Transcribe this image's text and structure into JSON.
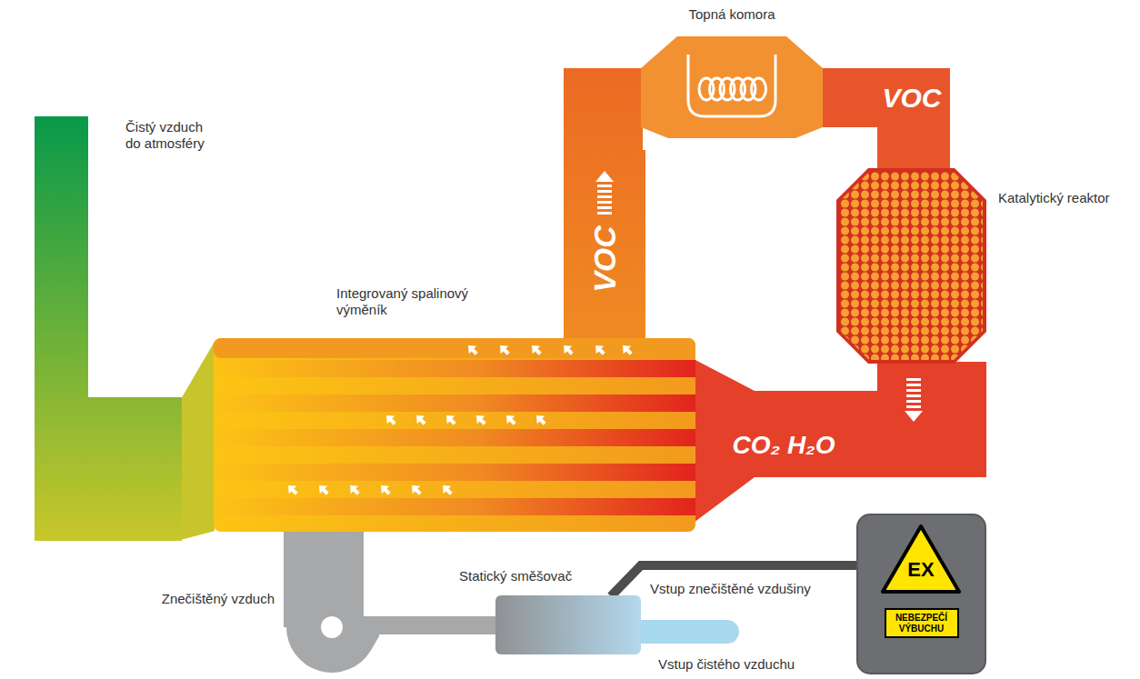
{
  "diagram": {
    "nodes": [
      {
        "text": [
          "Čistý vzduch do atmosféry"
        ]
      },
      {
        "text": [
          "Topná komora"
        ]
      },
      {
        "text": [
          "Katalytický reaktor"
        ]
      },
      {
        "text": [
          "Integrovaný spalinový výměník"
        ]
      },
      {
        "text": [
          "Znečištěný vzduch"
        ]
      },
      {
        "text": [
          "Statický směšovač"
        ]
      },
      {
        "text": [
          "EX",
          "NEBEZPEČÍ VÝBUCHU"
        ]
      }
    ],
    "edges": [
      {
        "from": 3,
        "to": 1,
        "label": "VOC",
        "arrow": "none"
      },
      {
        "from": 1,
        "to": 2,
        "label": "VOC",
        "arrow": "none"
      },
      {
        "from": 2,
        "to": 3,
        "label": "CO₂ H₂O",
        "arrow": "none"
      },
      {
        "from": 3,
        "to": 0,
        "arrow": "none"
      },
      {
        "from": 4,
        "to": 3,
        "arrow": "none"
      },
      {
        "from": 5,
        "to": 4,
        "arrow": "none"
      },
      {
        "from": 6,
        "to": 5,
        "label": "Vstup znečištěné vzdušiny",
        "arrow": "none"
      }
    ],
    "labels": [
      "Vstup čistého vzduchu"
    ]
  }
}
